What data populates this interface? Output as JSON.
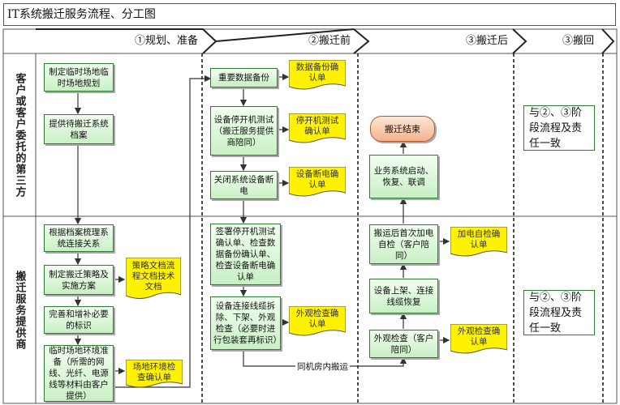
{
  "title": "IT系统搬迁服务流程、分工图",
  "phases": [
    "①规划、准备",
    "②搬迁前",
    "③搬迁后",
    "③搬回"
  ],
  "lanes": [
    "客户或客户委托的第三方",
    "搬迁服务提供商"
  ],
  "nodes": {
    "plan_temp_site": "制定临时场地临时场地规划",
    "provide_archive": "提供待搬迁系统档案",
    "review_connections": "根据档案梳理系统连接关系",
    "make_strategy": "制定搬迁策略及实施方案",
    "add_labels": "完善和增补必要的标识",
    "prepare_temp_env": "临时场地环境准备（所需的网线、光纤、电源线等材料由客户提供）",
    "backup_data": "重要数据备份",
    "shutdown_test": "设备停开机测试（搬迁服务提供商陪同）",
    "power_off": "关闭系统设备断电",
    "sign_confirmations": "签署停开机测试确认单、检查数据备份确认单、检查设备断电确认单",
    "dismantle_pack": "设备连接线缆拆除、下架、外观检查（必要时进行包装套再标识）",
    "move_in_room": "同机房内搬运",
    "visual_check_after": "外观检查（客户陪同）",
    "rack_reconnect": "设备上架、连接线缆恢复",
    "first_power_on": "搬运后首次加电自检（客户陪同）",
    "business_restart": "业务系统启动、恢复、联调",
    "move_end": "搬迁结束"
  },
  "documents": {
    "strategy_docs": "策略文档流程文档技术文档",
    "site_env_check": "场地环境检查确认单",
    "backup_confirm": "数据备份确认单",
    "shutdown_confirm": "停开机测试确认单",
    "power_off_confirm": "设备断电确认单",
    "visual_confirm_before": "外观检查确认单",
    "power_on_confirm": "加电自检确认单",
    "visual_confirm_after": "外观检查确认单"
  },
  "notes": {
    "return_upper": "与②、③阶段流程及责任一致",
    "return_lower": "与②、③阶段流程及责任一致"
  },
  "colors": {
    "process_fill": "#c9efc5",
    "doc_fill": "#fff200",
    "terminal_fill": "#f2b38f",
    "line": "#444444"
  }
}
